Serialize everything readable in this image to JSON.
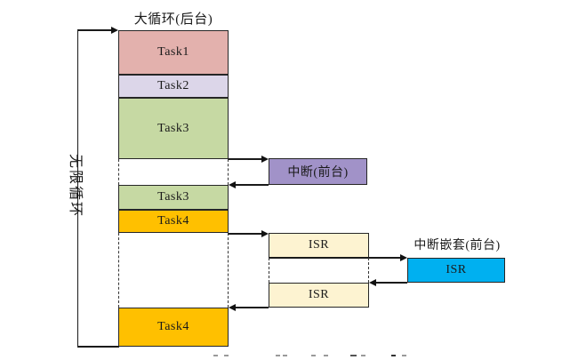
{
  "diagram": {
    "title": "大循环(后台)",
    "infinite_loop_label": "无限循环",
    "nested_interrupt_label": "中断嵌套(前台)",
    "tasks": [
      {
        "label": "Task1",
        "color": "#e3b1ad"
      },
      {
        "label": "Task2",
        "color": "#dcd6e9"
      },
      {
        "label": "Task3",
        "color": "#c6d9a3"
      },
      {
        "label": "Task3",
        "color": "#c6d9a3"
      },
      {
        "label": "Task4",
        "color": "#ffc000"
      },
      {
        "label": "Task4",
        "color": "#ffc000"
      }
    ],
    "interrupt_box": {
      "label": "中断(前台)",
      "color": "#a192c8"
    },
    "isr_boxes": [
      {
        "label": "ISR",
        "color": "#fdf3d1"
      },
      {
        "label": "ISR",
        "color": "#fdf3d1"
      }
    ],
    "nested_isr_box": {
      "label": "ISR",
      "color": "#00b0f0"
    },
    "colors": {
      "line": "#1a1a1a",
      "border": "#262626",
      "background": "#ffffff"
    }
  }
}
